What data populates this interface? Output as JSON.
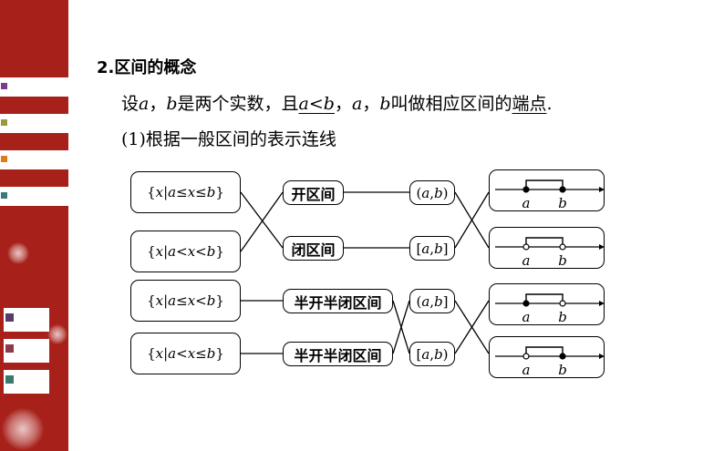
{
  "section": {
    "heading": "2.区间的概念",
    "intro": {
      "part1": "设",
      "a": "a",
      "comma1": "，",
      "b": "b",
      "part2": "是两个实数，且",
      "cond_a": "a",
      "cond_lt": "<",
      "cond_b": "b",
      "comma2": "，",
      "a2": "a",
      "comma3": "，",
      "b2": "b",
      "part3": "叫做相应区间的",
      "term": "端点",
      "period": "."
    },
    "instruction": "(1)根据一般区间的表示连线"
  },
  "set_expressions": [
    {
      "open": "{",
      "x": "x",
      "bar": "|",
      "a": "a",
      "op1": "≤",
      "x2": "x",
      "op2": "≤",
      "b": "b",
      "close": "}"
    },
    {
      "open": "{",
      "x": "x",
      "bar": "|",
      "a": "a",
      "op1": "<",
      "x2": "x",
      "op2": "<",
      "b": "b",
      "close": "}"
    },
    {
      "open": "{",
      "x": "x",
      "bar": "|",
      "a": "a",
      "op1": "≤",
      "x2": "x",
      "op2": "<",
      "b": "b",
      "close": "}"
    },
    {
      "open": "{",
      "x": "x",
      "bar": "|",
      "a": "a",
      "op1": "<",
      "x2": "x",
      "op2": "≤",
      "b": "b",
      "close": "}"
    }
  ],
  "interval_names": [
    "开区间",
    "闭区间",
    "半开半闭区间",
    "半开半闭区间"
  ],
  "notations": [
    {
      "l": "(",
      "a": "a",
      "sep": ",",
      "b": "b",
      "r": ")"
    },
    {
      "l": "[",
      "a": "a",
      "sep": ",",
      "b": "b",
      "r": "]"
    },
    {
      "l": "(",
      "a": "a",
      "sep": ",",
      "b": "b",
      "r": "]"
    },
    {
      "l": "[",
      "a": "a",
      "sep": ",",
      "b": "b",
      "r": ")"
    }
  ],
  "number_lines": [
    {
      "a_label": "a",
      "b_label": "b",
      "left_endpoint": "closed",
      "right_endpoint": "closed"
    },
    {
      "a_label": "a",
      "b_label": "b",
      "left_endpoint": "open",
      "right_endpoint": "open"
    },
    {
      "a_label": "a",
      "b_label": "b",
      "left_endpoint": "closed",
      "right_endpoint": "open"
    },
    {
      "a_label": "a",
      "b_label": "b",
      "left_endpoint": "open",
      "right_endpoint": "closed"
    }
  ],
  "sidebar_colors": {
    "background": "#a8201a",
    "mark1": "#7a3b8f",
    "mark2": "#9a9a3a",
    "mark3": "#e07a1a",
    "mark4": "#3a7a7a",
    "tab1": "#5a3a6a",
    "tab2": "#8a3a4a",
    "tab3": "#3a7a6a"
  }
}
